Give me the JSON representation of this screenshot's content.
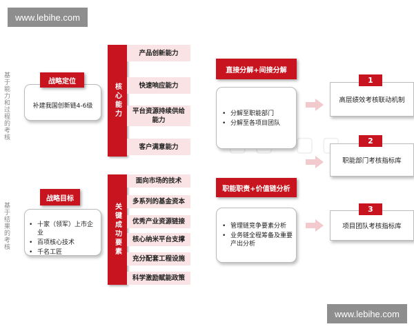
{
  "watermark": "www.lebihe.com",
  "side_labels": [
    "基于能力和过程的考核",
    "基于结果的考核"
  ],
  "sections": [
    {
      "title": "战略定位",
      "content": "补建我国创新链4-6级",
      "core_label": "核心能力",
      "items": [
        "产品创新能力",
        "快速响应能力",
        "平台资源持续供给能力",
        "客户满意能力"
      ]
    },
    {
      "title": "战略目标",
      "bullets": [
        "十家（领军）上市企业",
        "百项核心技术",
        "千名工匠"
      ],
      "core_label": "关键成功要素",
      "items": [
        "面向市场的技术",
        "多系列的基金资本",
        "优秀产业资源链接",
        "核心纳米平台支撑",
        "充分配套工程设施",
        "科学激励赋能政策"
      ]
    }
  ],
  "decompositions": [
    {
      "title": "直接分解+间接分解",
      "bullets": [
        "分解至职能部门",
        "分解至各项目团队"
      ]
    },
    {
      "title": "职能职责+价值链分析",
      "bullets": [
        "管理链竞争要素分析",
        "业务链全程筹备及重要产出分析"
      ]
    }
  ],
  "outcomes": [
    {
      "number": "1",
      "label": "高层绩效考核联动机制"
    },
    {
      "number": "2",
      "label": "职能部门考核指标库"
    },
    {
      "number": "3",
      "label": "项目团队考核指标库"
    }
  ],
  "colors": {
    "accent": "#c8141e",
    "pink": "#f9e3e4",
    "arrow": "#f2c9cc"
  }
}
